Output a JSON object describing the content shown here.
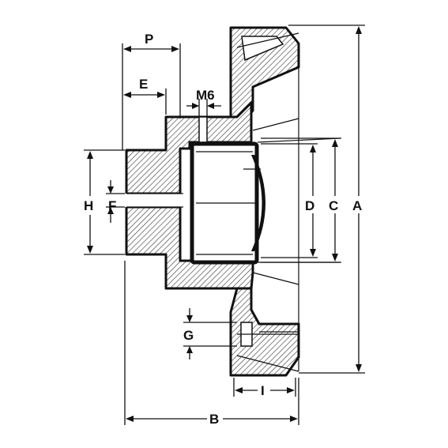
{
  "labels": {
    "A": "A",
    "B": "B",
    "C": "C",
    "D": "D",
    "E": "E",
    "F": "F",
    "G": "G",
    "H": "H",
    "I": "I",
    "M6": "M6",
    "P": "P"
  }
}
